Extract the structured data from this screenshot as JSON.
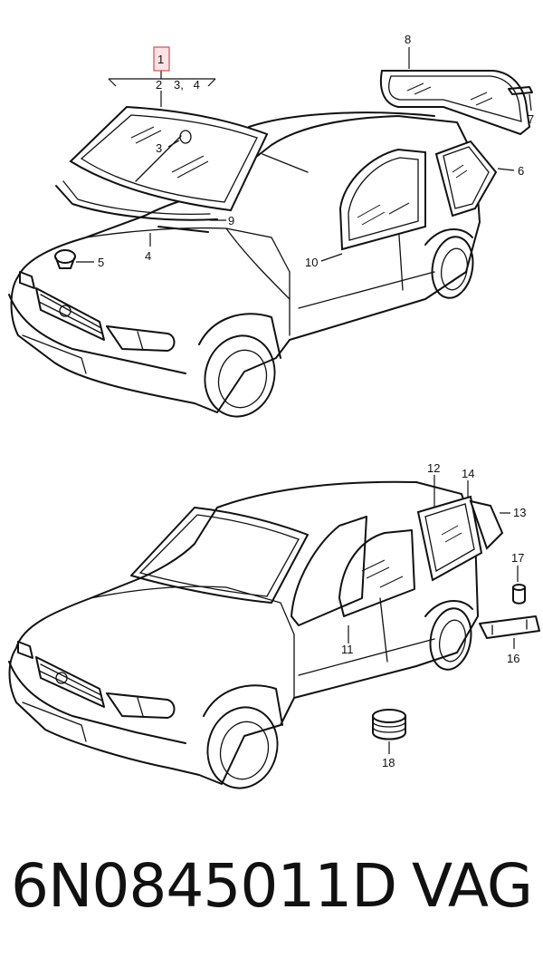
{
  "diagram": {
    "highlighted_callout": "1",
    "top_view": {
      "callouts": {
        "c1": "1",
        "c2": "2",
        "c3_4": "3,   4",
        "c3": "3",
        "c4": "4",
        "c5": "5",
        "c6": "6",
        "c7": "7",
        "c8": "8",
        "c9": "9",
        "c10": "10"
      }
    },
    "bottom_view": {
      "callouts": {
        "c11": "11",
        "c12": "12",
        "c13": "13",
        "c14": "14",
        "c16": "16",
        "c17": "17",
        "c18": "18"
      }
    },
    "colors": {
      "line": "#111111",
      "highlight_border": "#d0505d",
      "highlight_fill": "#fbe3e5"
    }
  },
  "caption": {
    "part_number": "6N0845011D",
    "brand": "VAG"
  }
}
